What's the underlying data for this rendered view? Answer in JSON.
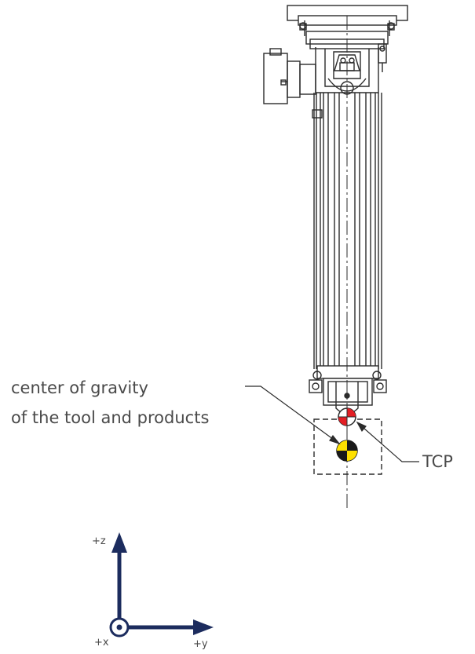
{
  "labels": {
    "cog_line1": "center of gravity",
    "cog_line2": "of the tool and products",
    "tcp": "TCP"
  },
  "axes": {
    "z": "+z",
    "x": "+x",
    "y": "+y"
  },
  "colors": {
    "line": "#2b2b2b",
    "axis": "#1c2c5e",
    "tcp_marker": "#e31e24",
    "cog_marker": "#ffe100",
    "text": "#4a4a4a"
  }
}
